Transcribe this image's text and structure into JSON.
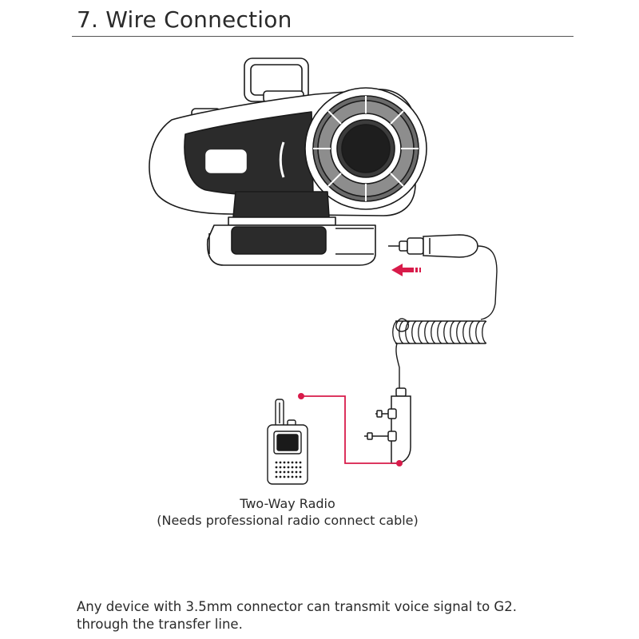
{
  "section": {
    "title": "7. Wire Connection"
  },
  "radio": {
    "label": "Two-Way Radio",
    "note": "(Needs professional radio connect cable)"
  },
  "footer": {
    "line1": "Any device with 3.5mm connector can transmit voice signal to G2.",
    "line2": "through the transfer line."
  },
  "colors": {
    "accent": "#d81b4a",
    "line": "#1a1a1a"
  },
  "icons": [
    "intercom-device-illustration",
    "audio-jack-3-5mm-icon",
    "coiled-cable-icon",
    "k-type-plug-icon",
    "two-way-radio-icon",
    "insert-arrow-icon"
  ]
}
